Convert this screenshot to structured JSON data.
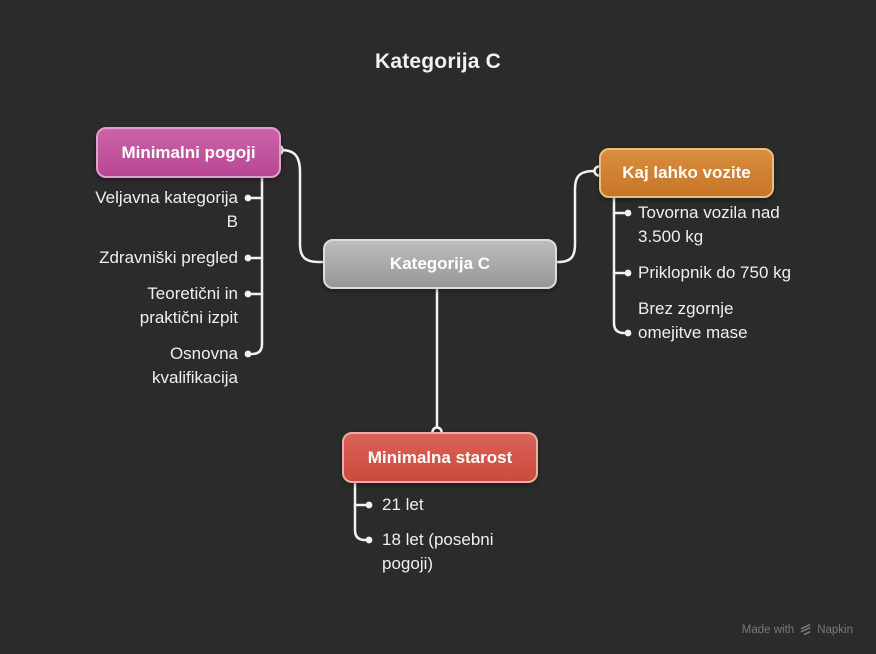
{
  "title": "Kategorija C",
  "center_node": {
    "label": "Kategorija C",
    "fill": "#a7a7a7",
    "border": "#dcdcdc"
  },
  "branches": [
    {
      "id": "minimalni-pogoji",
      "label": "Minimalni pogoji",
      "fill": "#c2549e",
      "border": "#e39fcd",
      "items": [
        "Veljavna kategorija B",
        "Zdravniški pregled",
        "Teoretični in praktični izpit",
        "Osnovna kvalifikacija"
      ]
    },
    {
      "id": "kaj-lahko-vozite",
      "label": "Kaj lahko vozite",
      "fill": "#cf8232",
      "border": "#eabd80",
      "items": [
        "Tovorna vozila nad 3.500 kg",
        "Priklopnik do 750 kg",
        "Brez zgornje omejitve mase"
      ]
    },
    {
      "id": "minimalna-starost",
      "label": "Minimalna starost",
      "fill": "#d3554b",
      "border": "#edada5",
      "items": [
        "21 let",
        "18 let (posebni pogoji)"
      ]
    }
  ],
  "watermark": {
    "prefix": "Made with",
    "brand": "Napkin"
  },
  "colors": {
    "background": "#2b2b2b",
    "connector": "#f2f2f2",
    "text": "#efefef",
    "title_text": "#f2f2f2",
    "watermark_text": "#787878"
  }
}
